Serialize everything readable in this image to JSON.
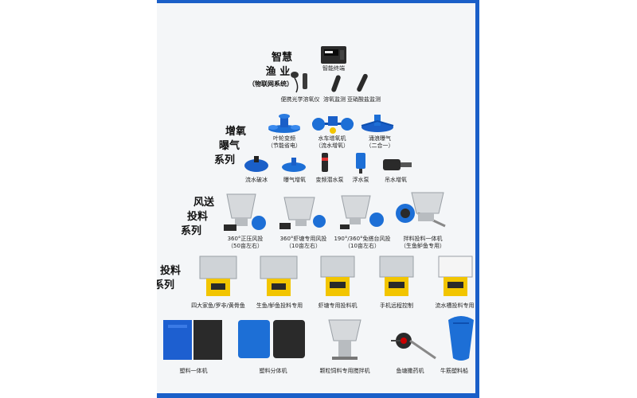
{
  "smart": {
    "title_line1": "智慧",
    "title_line2": "渔 业",
    "title_sub": "（物联网系统）",
    "terminal": "智能终端",
    "items": [
      "便携光学溶氧仪",
      "溶氧监测",
      "亚硝酸盐监测"
    ]
  },
  "aeration": {
    "title_line1": "增氧",
    "title_line2": "曝气",
    "title_line3": "系列",
    "row1": [
      {
        "line1": "叶轮变频",
        "line2": "（节能省电）"
      },
      {
        "line1": "水车增氧机",
        "line2": "（流水增氧）"
      },
      {
        "line1": "涌浪曝气",
        "line2": "（二合一）"
      }
    ],
    "row2": [
      "流水破冰",
      "曝气增氧",
      "变频潜水泵",
      "浮水泵",
      "吊水增氧"
    ]
  },
  "wind": {
    "title_line1": "风送",
    "title_line2": "投料",
    "title_line3": "系列",
    "items": [
      {
        "line1": "360°正压风投",
        "line2": "（50亩左右）"
      },
      {
        "line1": "360°虾塘专用风投",
        "line2": "（10亩左右）"
      },
      {
        "line1": "190°/360°免搭台风投",
        "line2": "（10亩左右）"
      },
      {
        "line1": "拌料投料一体机",
        "line2": "（生鱼鲈鱼专用）"
      }
    ]
  },
  "feeding": {
    "title_line1": "投料",
    "title_line2": "系列",
    "items": [
      "四大家鱼/罗非/黄骨鱼",
      "生鱼/鲈鱼投料专用",
      "虾塘专用投料机",
      "手机远程控制",
      "流水槽投料专用"
    ]
  },
  "bottom": {
    "items": [
      "塑料一体机",
      "塑料分体机",
      "颗粒饲料专用搅拌机",
      "鱼塘撒药机",
      "牛筋塑料船"
    ]
  },
  "colors": {
    "accent": "#1a5fc8",
    "yellow": "#f2c500",
    "steel": "#c9ced3",
    "dark": "#2a2a2a"
  }
}
